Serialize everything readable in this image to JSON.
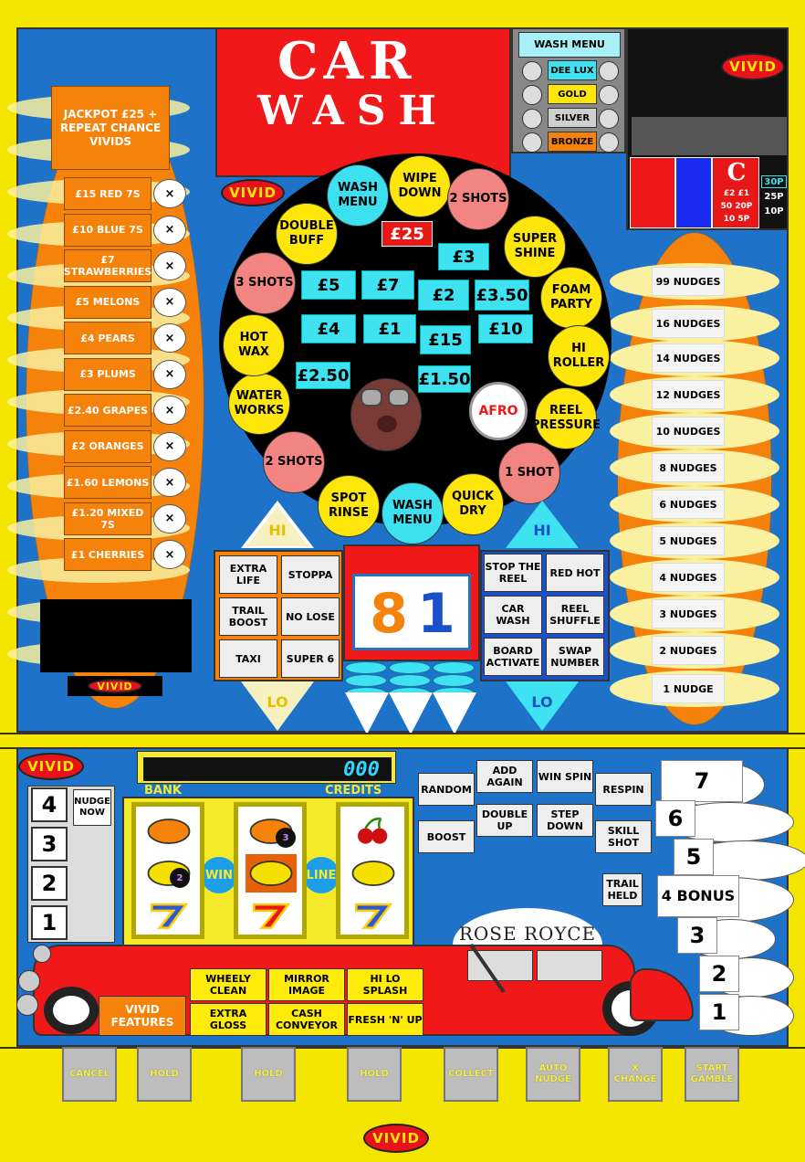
{
  "title": {
    "line1": "CAR",
    "line2": "WASH"
  },
  "vivid": "VIVID",
  "wash_menu": {
    "title": "WASH MENU",
    "options": [
      "DEE LUX",
      "GOLD",
      "SILVER",
      "BRONZE"
    ]
  },
  "top_right": {
    "c": "C",
    "coins": [
      "£2 £1",
      "50 20P",
      "10 5P"
    ],
    "stakes": [
      "30P",
      "25P",
      "10P"
    ]
  },
  "jackpot": "JACKPOT £25 + REPEAT CHANCE VIVIDS",
  "prizes": [
    "£15 RED 7S",
    "£10 BLUE 7S",
    "£7 STRAWBERRIES",
    "£5 MELONS",
    "£4 PEARS",
    "£3 PLUMS",
    "£2.40 GRAPES",
    "£2 ORANGES",
    "£1.60 LEMONS",
    "£1.20 MIXED 7S",
    "£1 CHERRIES"
  ],
  "x": "×",
  "nudges": [
    "99 NUDGES",
    "16 NUDGES",
    "14 NUDGES",
    "12 NUDGES",
    "10 NUDGES",
    "8 NUDGES",
    "6 NUDGES",
    "5 NUDGES",
    "4 NUDGES",
    "3 NUDGES",
    "2 NUDGES",
    "1 NUDGE"
  ],
  "wheel_circles": [
    "WASH MENU",
    "WIPE DOWN",
    "2 SHOTS",
    "SUPER SHINE",
    "FOAM PARTY",
    "HI ROLLER",
    "REEL PRESSURE",
    "1 SHOT",
    "QUICK DRY",
    "WASH MENU",
    "SPOT RINSE",
    "2 SHOTS",
    "WATER WORKS",
    "HOT WAX",
    "3 SHOTS",
    "DOUBLE BUFF"
  ],
  "cash": {
    "jackpot": "£25",
    "values": [
      "£3",
      "£5",
      "£7",
      "£2",
      "£3.50",
      "£4",
      "£1",
      "£10",
      "£15",
      "£2.50",
      "£1.50"
    ]
  },
  "afro": "AFRO",
  "hi": "HI",
  "lo": "LO",
  "left_features": [
    "EXTRA LIFE",
    "STOPPA",
    "TRAIL BOOST",
    "NO LOSE",
    "TAXI",
    "SUPER 6"
  ],
  "right_features": [
    "STOP THE REEL",
    "RED HOT",
    "CAR WASH",
    "REEL SHUFFLE",
    "BOARD ACTIVATE",
    "SWAP NUMBER"
  ],
  "display": {
    "d1": "8",
    "d2": "1"
  },
  "bank_label": "BANK",
  "credits_label": "CREDITS",
  "credits_value": "000",
  "nudge_now": "NUDGE NOW",
  "nudge_numbers": [
    "4",
    "3",
    "2",
    "1"
  ],
  "win": "WIN",
  "line": "LINE",
  "reel_counters": [
    "2",
    "3"
  ],
  "options": [
    "RANDOM",
    "ADD AGAIN",
    "WIN SPIN",
    "RESPIN",
    "BOOST",
    "DOUBLE UP",
    "STEP DOWN",
    "SKILL SHOT",
    "TRAIL HELD"
  ],
  "ladder": [
    "7",
    "6",
    "5",
    "4 BONUS",
    "3",
    "2",
    "1"
  ],
  "rose_royce": "ROSE ROYCE",
  "vivid_features": "VIVID FEATURES",
  "car_features": [
    "WHEELY CLEAN",
    "MIRROR IMAGE",
    "HI LO SPLASH",
    "EXTRA GLOSS",
    "CASH CONVEYOR",
    "FRESH 'N' UP"
  ],
  "buttons": [
    "CANCEL",
    "HOLD",
    "HOLD",
    "HOLD",
    "COLLECT",
    "AUTO NUDGE",
    "X CHANGE",
    "START GAMBLE"
  ],
  "colors": {
    "blue": "#1e72c8",
    "red": "#f01818",
    "yellow": "#f5ea2a",
    "orange": "#f5820a",
    "cyan": "#3ee2f0"
  }
}
